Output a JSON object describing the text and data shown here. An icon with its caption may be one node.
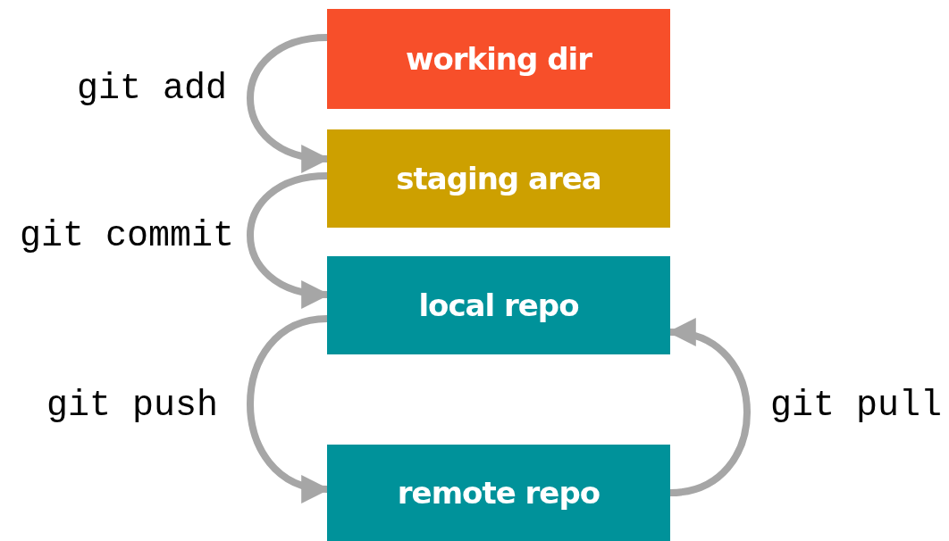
{
  "diagram": {
    "nodes": [
      {
        "text": [
          "working dir"
        ]
      },
      {
        "text": [
          "staging area"
        ]
      },
      {
        "text": [
          "local repo"
        ]
      },
      {
        "text": [
          "remote repo"
        ]
      }
    ],
    "edges": [
      {
        "from": 0,
        "to": 1,
        "arrow": "to",
        "label": "git add"
      },
      {
        "from": 1,
        "to": 2,
        "arrow": "to",
        "label": "git commit"
      },
      {
        "from": 2,
        "to": 3,
        "arrow": "to",
        "label": "git push"
      },
      {
        "from": 3,
        "to": 2,
        "arrow": "to",
        "label": "git pull"
      }
    ]
  }
}
